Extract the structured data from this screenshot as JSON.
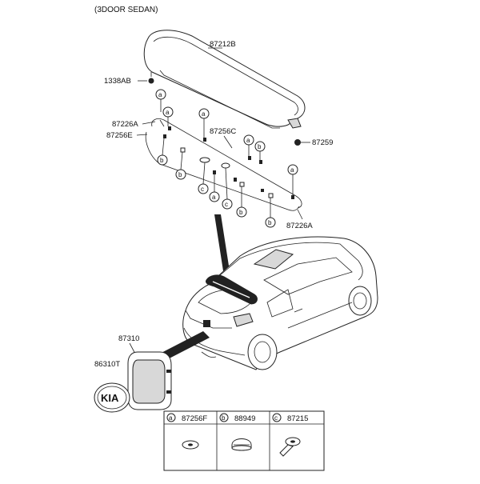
{
  "header": {
    "title": "(3DOOR SEDAN)"
  },
  "parts": {
    "spoiler": "87212B",
    "bolt": "1338AB",
    "gasket_left": "87226A",
    "seal_left": "87256E",
    "seal_center": "87256C",
    "clip_right": "87259",
    "gasket_right": "87226A",
    "emblem_housing": "87310",
    "emblem": "86310T"
  },
  "callouts": {
    "a": "a",
    "b": "b",
    "c": "c"
  },
  "legend": [
    {
      "key": "a",
      "part": "87256F"
    },
    {
      "key": "b",
      "part": "88949"
    },
    {
      "key": "c",
      "part": "87215"
    }
  ]
}
